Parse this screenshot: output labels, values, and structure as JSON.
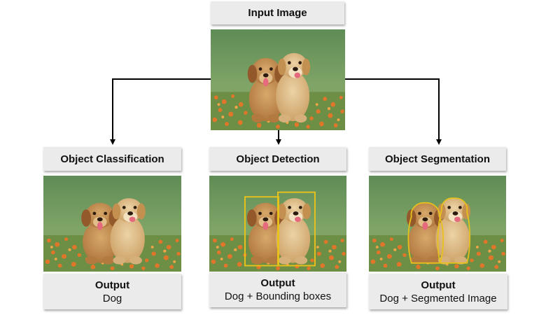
{
  "input": {
    "title": "Input Image"
  },
  "tasks": [
    {
      "title": "Object Classification",
      "output_title": "Output",
      "output_text": "Dog"
    },
    {
      "title": "Object Detection",
      "output_title": "Output",
      "output_text": "Dog + Bounding boxes"
    },
    {
      "title": "Object Segmentation",
      "output_title": "Output",
      "output_text": "Dog + Segmented Image"
    }
  ],
  "colors": {
    "box_fill": "#ebebeb",
    "arrow": "#000000",
    "annotation": "#e8c21a",
    "grass": "#6f9a59",
    "flowers": "#e0762a",
    "dog_fur": "#c99656"
  }
}
